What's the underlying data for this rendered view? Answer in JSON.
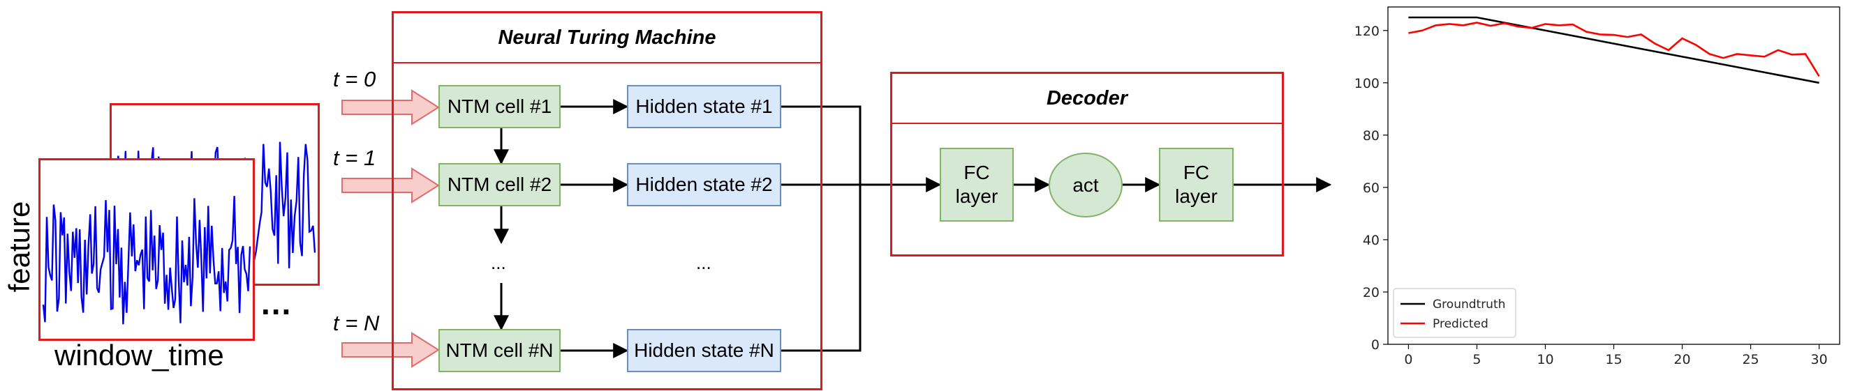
{
  "input": {
    "feature_label": "feature",
    "window_label": "window_time",
    "more_label": "..."
  },
  "ntm": {
    "title": "Neural Turing Machine",
    "steps": [
      {
        "t": "t = 0",
        "cell": "NTM cell #1",
        "hidden": "Hidden state #1"
      },
      {
        "t": "t = 1",
        "cell": "NTM cell #2",
        "hidden": "Hidden state #2"
      },
      {
        "t": "t = N",
        "cell": "NTM cell #N",
        "hidden": "Hidden state #N"
      }
    ],
    "ellipsis": "..."
  },
  "decoder": {
    "title": "Decoder",
    "fc1": "FC\nlayer",
    "act": "act",
    "fc2": "FC\nlayer"
  },
  "colors": {
    "frame": "#e0191f",
    "green_fill": "#d5e8d4",
    "green_stroke": "#82b366",
    "blue_fill": "#dae8fc",
    "blue_stroke": "#6c8ebf",
    "input_arrow_fill": "#f8cecc",
    "input_arrow_stroke": "#e26b6b",
    "signal": "#0000ee",
    "groundtruth": "#000000",
    "predicted": "#ff0000"
  },
  "chart_data": {
    "type": "line",
    "title": "",
    "xlabel": "",
    "ylabel": "",
    "xlim": [
      -1.5,
      31.5
    ],
    "ylim": [
      0,
      129
    ],
    "xticks": [
      0,
      5,
      10,
      15,
      20,
      25,
      30
    ],
    "yticks": [
      0,
      20,
      40,
      60,
      80,
      100,
      120
    ],
    "grid": false,
    "legend": "lower-left",
    "series": [
      {
        "name": "Groundtruth",
        "color": "#000000",
        "x": [
          0,
          5,
          30
        ],
        "y": [
          125,
          125,
          100
        ]
      },
      {
        "name": "Predicted",
        "color": "#ff0000",
        "x": [
          0,
          1,
          2,
          3,
          4,
          5,
          6,
          7,
          8,
          9,
          10,
          11,
          12,
          13,
          14,
          15,
          16,
          17,
          18,
          19,
          20,
          21,
          22,
          23,
          24,
          25,
          26,
          27,
          28,
          29,
          30
        ],
        "y": [
          119,
          120,
          122,
          122.5,
          122,
          123,
          121.8,
          122.8,
          121.5,
          121,
          122.5,
          122,
          122.3,
          119.5,
          118.5,
          118.3,
          117.5,
          118.5,
          115,
          112.5,
          117,
          114.5,
          111,
          109.5,
          111,
          110.5,
          110,
          112.5,
          110.8,
          111,
          102.5
        ]
      }
    ]
  }
}
